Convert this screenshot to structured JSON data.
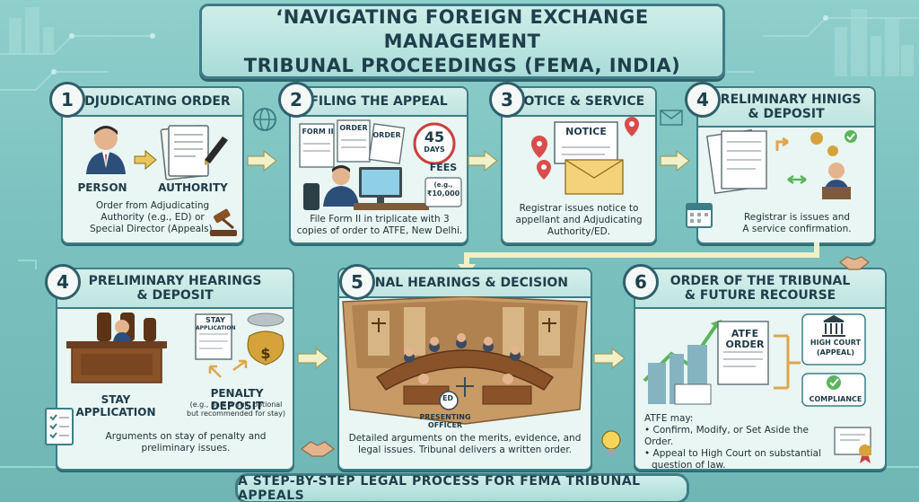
{
  "title": {
    "line1": "‘NAVIGATING FOREIGN EXCHANGE MANAGEMENT",
    "line2": "TRIBUNAL PROCEEDINGS (FEMA, INDIA)"
  },
  "steps": [
    {
      "number": "1",
      "heading": "ADJUDICATING ORDER",
      "labels": [
        "PERSON",
        "AUTHORITY"
      ],
      "description": [
        "Order from Adjudicating",
        "Authority (e.g., ED) or",
        "Special Director (Appeals)."
      ]
    },
    {
      "number": "2",
      "heading": "FILING THE APPEAL",
      "doc_labels": [
        "FORM II",
        "ORDER",
        "ORDER"
      ],
      "clock_days": "45",
      "clock_unit": "DAYS",
      "fees_label": "FEES",
      "fees_value_line1": "(e.g.,",
      "fees_value_line2": "₹10,000",
      "description": [
        "File Form II in triplicate with 3",
        "copies of order to ATFE, New Delhi."
      ]
    },
    {
      "number": "3",
      "heading": "NOTICE & SERVICE",
      "notice_label": "NOTICE",
      "description": [
        "Registrar issues notice to",
        "appellant and Adjudicating",
        "Authority/ED."
      ]
    },
    {
      "number": "4",
      "heading_line1": "PRELIMINARY HINIGS",
      "heading_line2": "& DEPOSIT",
      "description": [
        "Registrar is issues and",
        "A service confirmation."
      ]
    },
    {
      "number": "4",
      "heading_line1": "PRELIMINARY HEARINGS",
      "heading_line2": "& DEPOSIT",
      "stay_doc": [
        "STAY",
        "APPLICATION"
      ],
      "stay_label": [
        "STAY",
        "APPLICATION"
      ],
      "penalty_label": "PENALTY DEPOSIT",
      "penalty_note": [
        "(e.g., part or full, optional",
        "but recommended for stay)"
      ],
      "description": [
        "Arguments on stay of penalty and",
        "preliminary issues."
      ]
    },
    {
      "number": "5",
      "heading": "FINAL HEARINGS & DECISION",
      "ed_label": "ED",
      "officer_label": [
        "PRESENTING",
        "OFFICER"
      ],
      "description": [
        "Detailed arguments on the merits, evidence, and",
        "legal issues. Tribunal delivers a written order."
      ]
    },
    {
      "number": "6",
      "heading_line1": "ORDER OF THE TRIBUNAL",
      "heading_line2": "& FUTURE RECOURSE",
      "atfe_label": [
        "ATFE",
        "ORDER"
      ],
      "high_court": [
        "HIGH COURT",
        "(APPEAL)"
      ],
      "compliance": "COMPLIANCE",
      "atfe_may": "ATFE may:",
      "bullets": [
        "• Confirm, Modify, or Set Aside the Order.",
        "• Appeal to High Court on substantial",
        "question of law."
      ]
    }
  ],
  "footer": "A STEP-BY-STEP LEGAL PROCESS FOR FEMA TRIBUNAL APPEALS",
  "colors": {
    "background": "#7bc1bf",
    "panel": "#e9f6f3",
    "border": "#3b7e86",
    "text": "#1e3f4b",
    "arrow": "#f1f0c6"
  }
}
